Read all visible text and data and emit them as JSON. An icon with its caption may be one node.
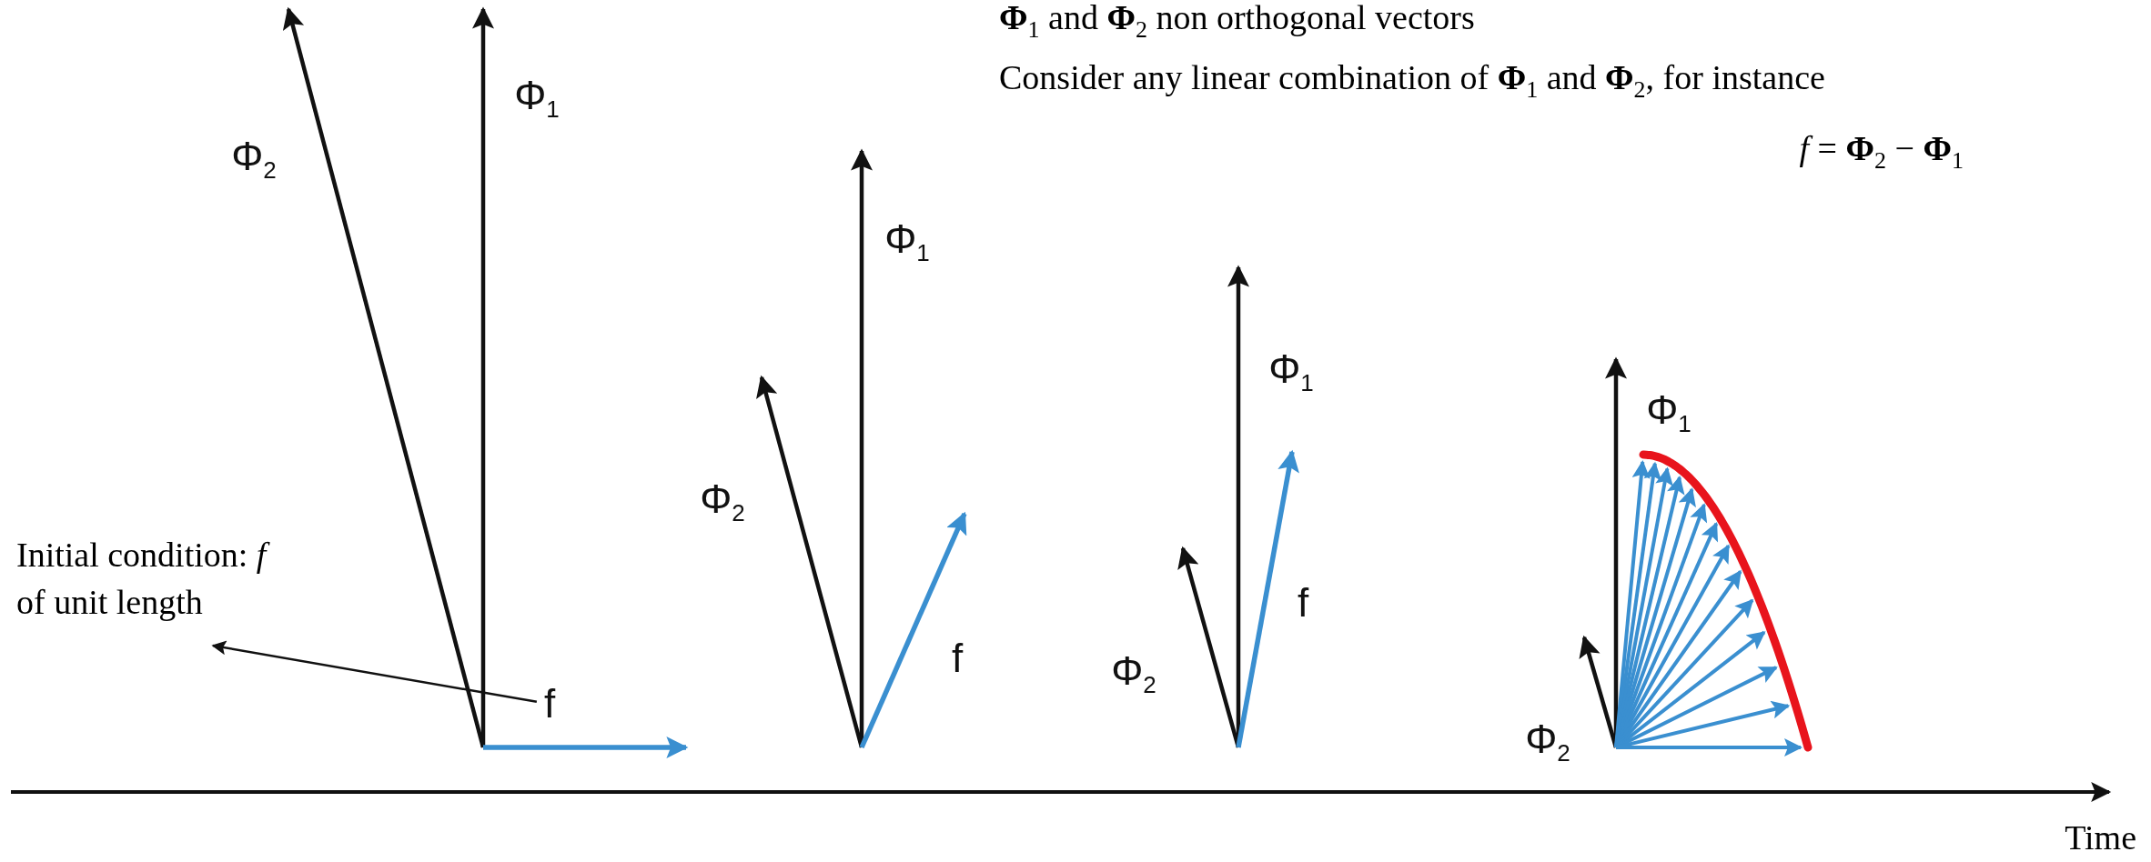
{
  "diagram": {
    "nodes": [
      {
        "text": [
          "Initial condition: *f* of unit length"
        ]
      },
      {
        "text": [
          "f"
        ]
      }
    ],
    "edges": [
      {
        "from": 1,
        "to": 0,
        "arrow": "to"
      }
    ],
    "labels": [
      "**Φ**$_{1}$ and **Φ**$_{2}$ non orthogonal vectors",
      "Consider any linear combination of **Φ**$_{1}$ and **Φ**$_{2}$, for instance",
      "*f* = **Φ**$_{2}$ − **Φ**$_{1}$",
      "Φ$_{2}$",
      "Φ$_{1}$",
      "Φ$_{1}$",
      "Φ$_{2}$",
      "f",
      "Φ$_{1}$",
      "f",
      "Φ$_{2}$",
      "Φ$_{1}$",
      "Φ$_{2}$",
      "Time"
    ]
  }
}
